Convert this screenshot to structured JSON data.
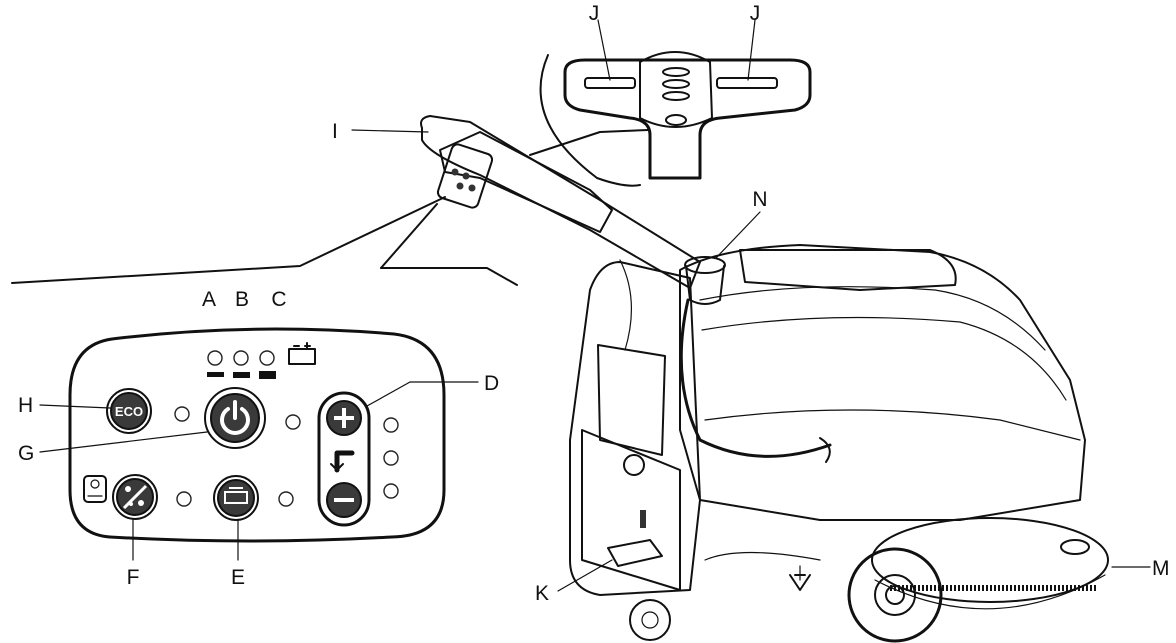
{
  "callouts": {
    "a": "A",
    "b": "B",
    "c": "C",
    "d": "D",
    "e": "E",
    "f": "F",
    "g": "G",
    "h": "H",
    "i": "I",
    "j_left": "J",
    "j_right": "J",
    "k": "K",
    "m": "M",
    "n": "N"
  },
  "panel": {
    "eco_label": "ECO",
    "icons": {
      "power": "power-icon",
      "eco": "eco-icon",
      "brush_off": "brush-off-icon",
      "solution": "solution-flow-icon",
      "timer": "timer-15-icon",
      "battery": "battery-icon",
      "plus": "plus-icon",
      "minus": "minus-icon",
      "adjust": "adjust-icon"
    }
  }
}
